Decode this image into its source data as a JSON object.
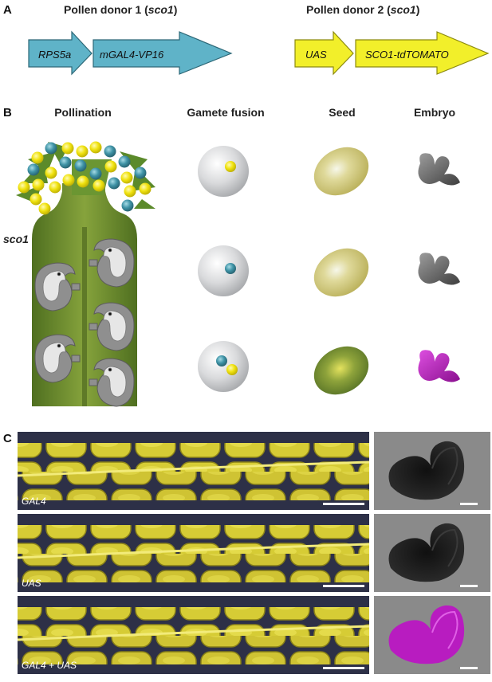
{
  "panel_a": {
    "label": "A",
    "donor1": {
      "title_prefix": "Pollen donor 1 (",
      "title_gene": "sco1",
      "title_suffix": ")",
      "arrow1": "RPS5a",
      "arrow2": "mGAL4-VP16"
    },
    "donor2": {
      "title_prefix": "Pollen donor 2 (",
      "title_gene": "sco1",
      "title_suffix": ")",
      "arrow1": "UAS",
      "arrow2": "SCO1-tdTOMATO"
    }
  },
  "panel_b": {
    "label": "B",
    "headers": {
      "pollination": "Pollination",
      "gamete_fusion": "Gamete fusion",
      "seed": "Seed",
      "embryo": "Embryo"
    },
    "pistil_label": "sco1"
  },
  "panel_c": {
    "label": "C",
    "rows": [
      {
        "label": "GAL4",
        "embryo": "dark"
      },
      {
        "label": "UAS",
        "embryo": "dark"
      },
      {
        "label": "GAL4 + UAS",
        "embryo": "magenta"
      }
    ]
  },
  "colors": {
    "donor1_blue": "#5fb3c8",
    "donor2_yellow": "#f2ef2a",
    "pistil_green": "#6a8a2c",
    "pollen_yellow": "#f1e611",
    "pollen_blue": "#3d8ea0",
    "magenta": "#c51ec9"
  }
}
